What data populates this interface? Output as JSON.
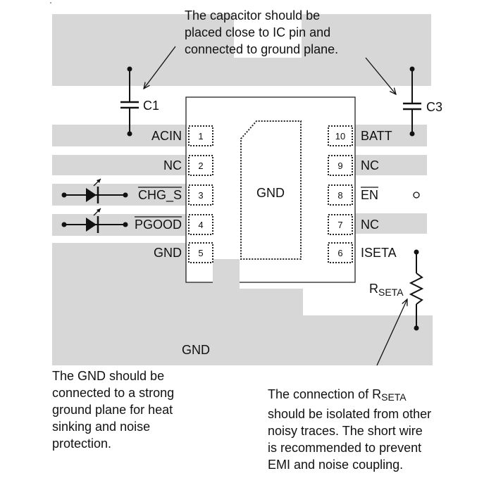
{
  "annotations": {
    "capacitor_note": "The capacitor should be\nplaced close to IC pin and\nconnected to ground plane.",
    "gnd_note": "The GND should be\nconnected to a strong\nground plane for heat\nsinking and noise\nprotection.",
    "rseta_note_prefix": "The connection of R",
    "rseta_note_sub": "SETA",
    "rseta_note_rest": "should be isolated from other\nnoisy traces. The short wire\nis recommended to prevent\nEMI and noise coupling."
  },
  "components": {
    "c1": "C1",
    "c3": "C3",
    "rseta_main": "R",
    "rseta_sub": "SETA"
  },
  "ic": {
    "center_pad_label": "GND",
    "pins_left": [
      {
        "num": "1",
        "name": "ACIN",
        "overbar": false
      },
      {
        "num": "2",
        "name": "NC",
        "overbar": false
      },
      {
        "num": "3",
        "name": "CHG_S",
        "overbar": true
      },
      {
        "num": "4",
        "name": "PGOOD",
        "overbar": true
      },
      {
        "num": "5",
        "name": "GND",
        "overbar": false
      }
    ],
    "pins_right": [
      {
        "num": "10",
        "name": "BATT",
        "overbar": false
      },
      {
        "num": "9",
        "name": "NC",
        "overbar": false
      },
      {
        "num": "8",
        "name": "EN",
        "overbar": true
      },
      {
        "num": "7",
        "name": "NC",
        "overbar": false
      },
      {
        "num": "6",
        "name": "ISETA",
        "overbar": false
      }
    ]
  },
  "ground_plane_label": "GND",
  "colors": {
    "copper": "#d7d7d7",
    "outline": "#222222"
  }
}
